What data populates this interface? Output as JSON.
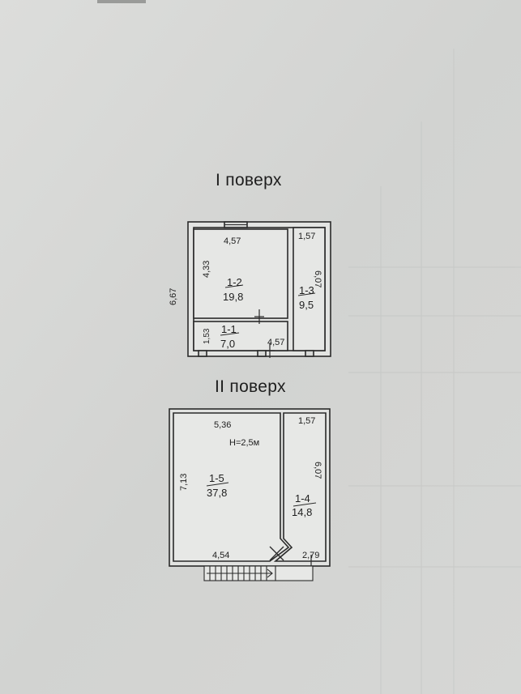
{
  "floors": [
    {
      "title": "I поверх",
      "rooms": [
        {
          "number": "1-2",
          "area": "19,8"
        },
        {
          "number": "1-3",
          "area": "9,5"
        },
        {
          "number": "1-1",
          "area": "7,0"
        }
      ],
      "dimensions": {
        "room_1_2_width": "4,57",
        "room_1_2_height": "4,33",
        "room_1_3_width": "1,57",
        "room_1_3_height": "6,07",
        "outer_height": "6,67",
        "room_1_1_height": "1,53",
        "room_1_1_width": "4,57"
      }
    },
    {
      "title": "II поверх",
      "rooms": [
        {
          "number": "1-5",
          "area": "37,8"
        },
        {
          "number": "1-4",
          "area": "14,8"
        }
      ],
      "ceiling_height": "Н=2,5м",
      "dimensions": {
        "room_1_5_width": "5,36",
        "room_1_5_height": "7,13",
        "room_1_5_bottom_width": "4,54",
        "room_1_4_width": "1,57",
        "room_1_4_height": "6,07",
        "room_1_4_bottom_width": "2,79"
      }
    }
  ]
}
